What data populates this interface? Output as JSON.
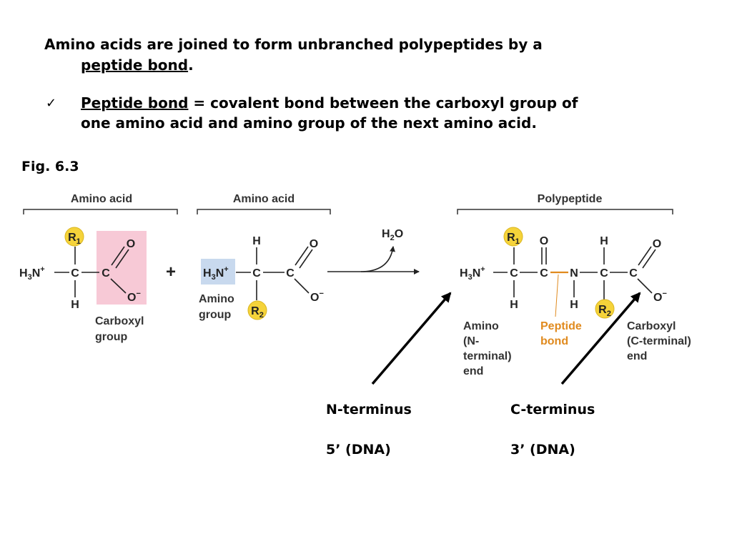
{
  "slide": {
    "line1": "Amino acids are joined to form unbranched polypeptides by a",
    "line2_prefix": "peptide bond",
    "line2_suffix": ".",
    "bullet_mark": "✓",
    "bullet_term": "Peptide bond",
    "bullet_rest": " = covalent bond between the carboxyl group of",
    "bullet_line2": "one amino acid and amino group of the next amino acid.",
    "fig_label": "Fig. 6.3"
  },
  "diagram": {
    "header_aa1": "Amino acid",
    "header_aa2": "Amino acid",
    "header_poly": "Polypeptide",
    "r": "R",
    "r1_sub": "1",
    "r2_sub": "2",
    "h": "H",
    "o": "O",
    "c": "C",
    "n": "N",
    "h3n_h": "H",
    "h3n_sub": "3",
    "h3n_n": "N",
    "plus_charge": "+",
    "minus_charge": "−",
    "plus": "+",
    "water_h": "H",
    "water_sub": "2",
    "water_o": "O",
    "carboxyl_line1": "Carboxyl",
    "carboxyl_line2": "group",
    "amino_line1": "Amino",
    "amino_line2": "group",
    "n_end_line1": "Amino",
    "n_end_line2": "(N-",
    "n_end_line3": "terminal)",
    "n_end_line4": "end",
    "peptide_line1": "Peptide",
    "peptide_line2": "bond",
    "c_end_line1": "Carboxyl",
    "c_end_line2": "(C-terminal)",
    "c_end_line3": "end",
    "colors": {
      "r_group": "#f5d33a",
      "carboxyl_box": "#f7c9d6",
      "amino_box": "#c8d9ee",
      "peptide": "#e08a1e"
    }
  },
  "annotations": {
    "n_terminus": "N-terminus",
    "n_dna": "5’ (DNA)",
    "c_terminus": "C-terminus",
    "c_dna": "3’ (DNA)"
  }
}
